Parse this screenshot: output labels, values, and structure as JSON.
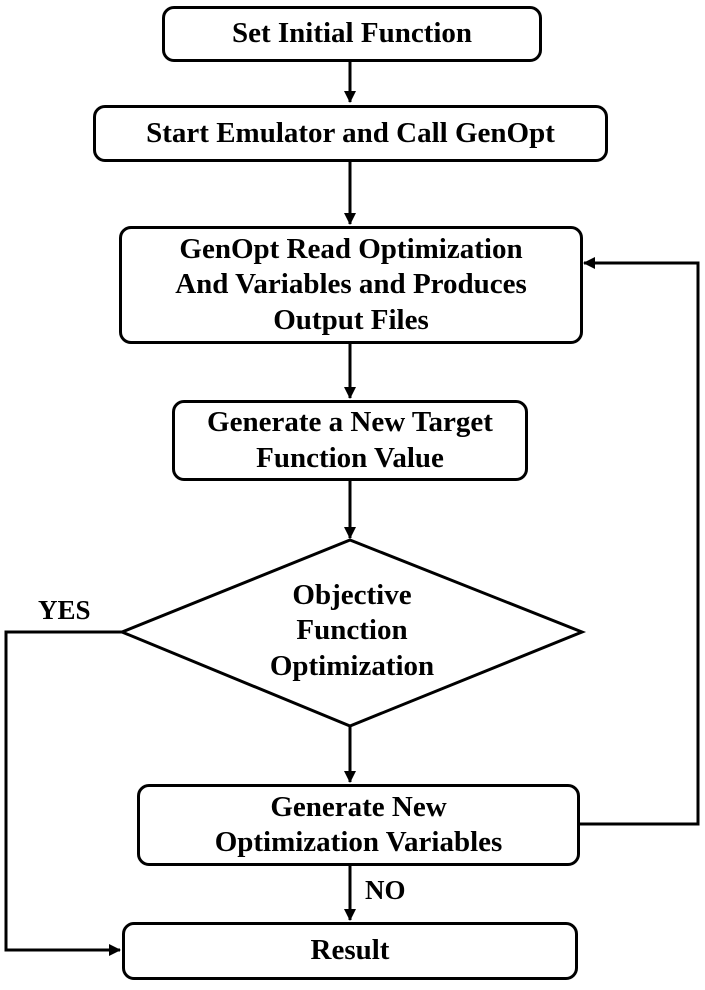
{
  "nodes": {
    "set_initial_function": "Set Initial Function",
    "start_emulator": "Start Emulator and Call GenOpt",
    "genopt_read": {
      "line1": "GenOpt Read Optimization",
      "line2": "And Variables and Produces",
      "line3": "Output Files"
    },
    "generate_target": {
      "line1": "Generate a New Target",
      "line2": "Function Value"
    },
    "objective_decision": {
      "line1": "Objective",
      "line2": "Function",
      "line3": "Optimization"
    },
    "generate_variables": {
      "line1": "Generate New",
      "line2": "Optimization Variables"
    },
    "result": "Result"
  },
  "edge_labels": {
    "yes": "YES",
    "no": "NO"
  }
}
